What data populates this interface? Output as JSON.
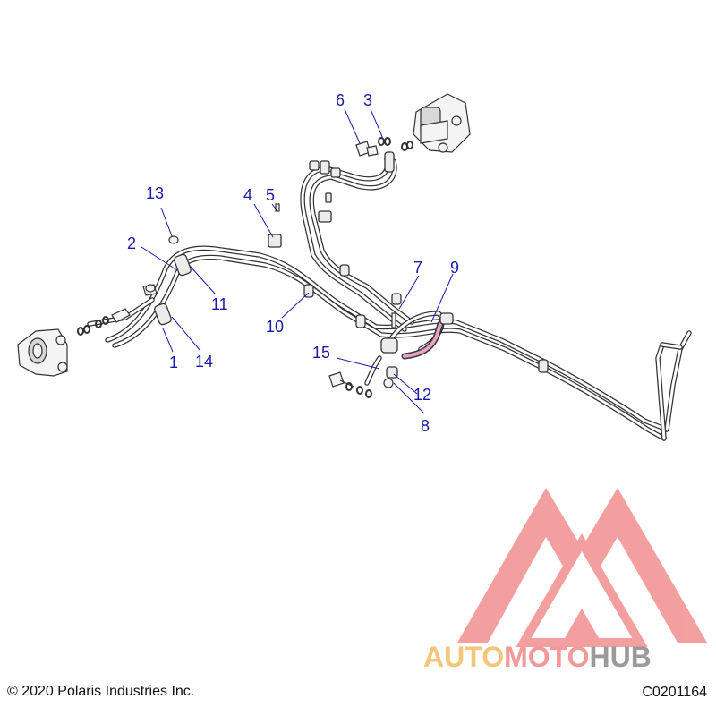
{
  "callouts": [
    {
      "label": "1"
    },
    {
      "label": "2"
    },
    {
      "label": "3"
    },
    {
      "label": "4"
    },
    {
      "label": "5"
    },
    {
      "label": "6"
    },
    {
      "label": "7"
    },
    {
      "label": "8"
    },
    {
      "label": "9"
    },
    {
      "label": "10"
    },
    {
      "label": "11"
    },
    {
      "label": "12"
    },
    {
      "label": "13"
    },
    {
      "label": "14"
    },
    {
      "label": "15"
    }
  ],
  "watermark": {
    "part1": "AUTO",
    "part2": "MOTO",
    "part3": "HUB"
  },
  "footer": {
    "copyright": "© 2020 Polaris Industries Inc.",
    "code": "C0201164"
  },
  "colors": {
    "callout": "#1a1aa8",
    "logo_red": "#f08080",
    "logo_yellow": "#f3c67a",
    "highlight_hose": "#e8a0c0"
  }
}
